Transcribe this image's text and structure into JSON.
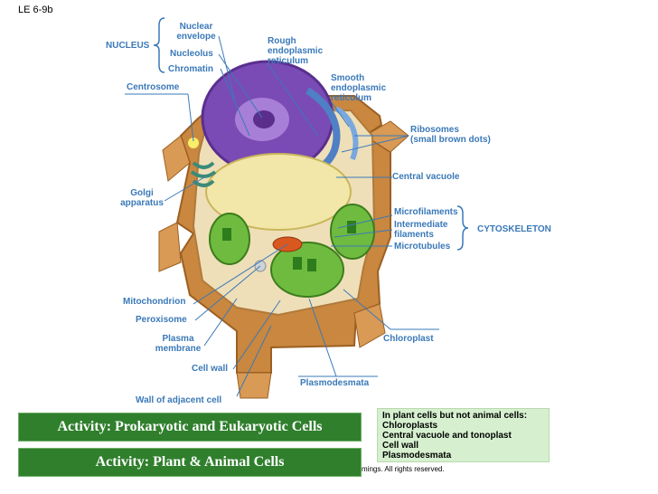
{
  "figure_id": "LE 6-9b",
  "labels": {
    "nuclear_envelope": [
      "Nuclear",
      "envelope"
    ],
    "nucleolus": "Nucleolus",
    "chromatin": "Chromatin",
    "nucleus": "NUCLEUS",
    "rough_er": [
      "Rough",
      "endoplasmic",
      "reticulum"
    ],
    "smooth_er": [
      "Smooth",
      "endoplasmic",
      "reticulum"
    ],
    "centrosome": "Centrosome",
    "ribosomes": [
      "Ribosomes",
      "(small brown dots)"
    ],
    "central_vacuole": "Central vacuole",
    "golgi": [
      "Golgi",
      "apparatus"
    ],
    "microfilaments": "Microfilaments",
    "intermediate_filaments": [
      "Intermediate",
      "filaments"
    ],
    "microtubules": "Microtubules",
    "cytoskeleton": "CYTOSKELETON",
    "mitochondrion": "Mitochondrion",
    "peroxisome": "Peroxisome",
    "plasma_membrane": [
      "Plasma",
      "membrane"
    ],
    "chloroplast": "Chloroplast",
    "cell_wall": "Cell wall",
    "plasmodesmata": "Plasmodesmata",
    "wall_adjacent": "Wall of adjacent cell"
  },
  "activities": {
    "prokaryotic_eukaryotic": "Activity: Prokaryotic and Eukaryotic Cells",
    "plant_animal": "Activity: Plant & Animal Cells"
  },
  "note": {
    "title": "In plant cells but not animal cells:",
    "items": [
      "Chloroplasts",
      "Central vacuole and tonoplast",
      "Cell wall",
      "Plasmodesmata"
    ]
  },
  "copyright_fragment": "mings. All rights reserved.",
  "colors": {
    "label_blue": "#3a79b8",
    "activity_green": "#2f7f2c",
    "note_bg": "#d6f0cf",
    "wall_brown": "#c9873f",
    "nucleus_purple": "#7a4bb5",
    "vacuole_yellow": "#f2e6a8",
    "chloroplast_green": "#4c9a2a",
    "mitochondrion_orange": "#d9581f"
  }
}
